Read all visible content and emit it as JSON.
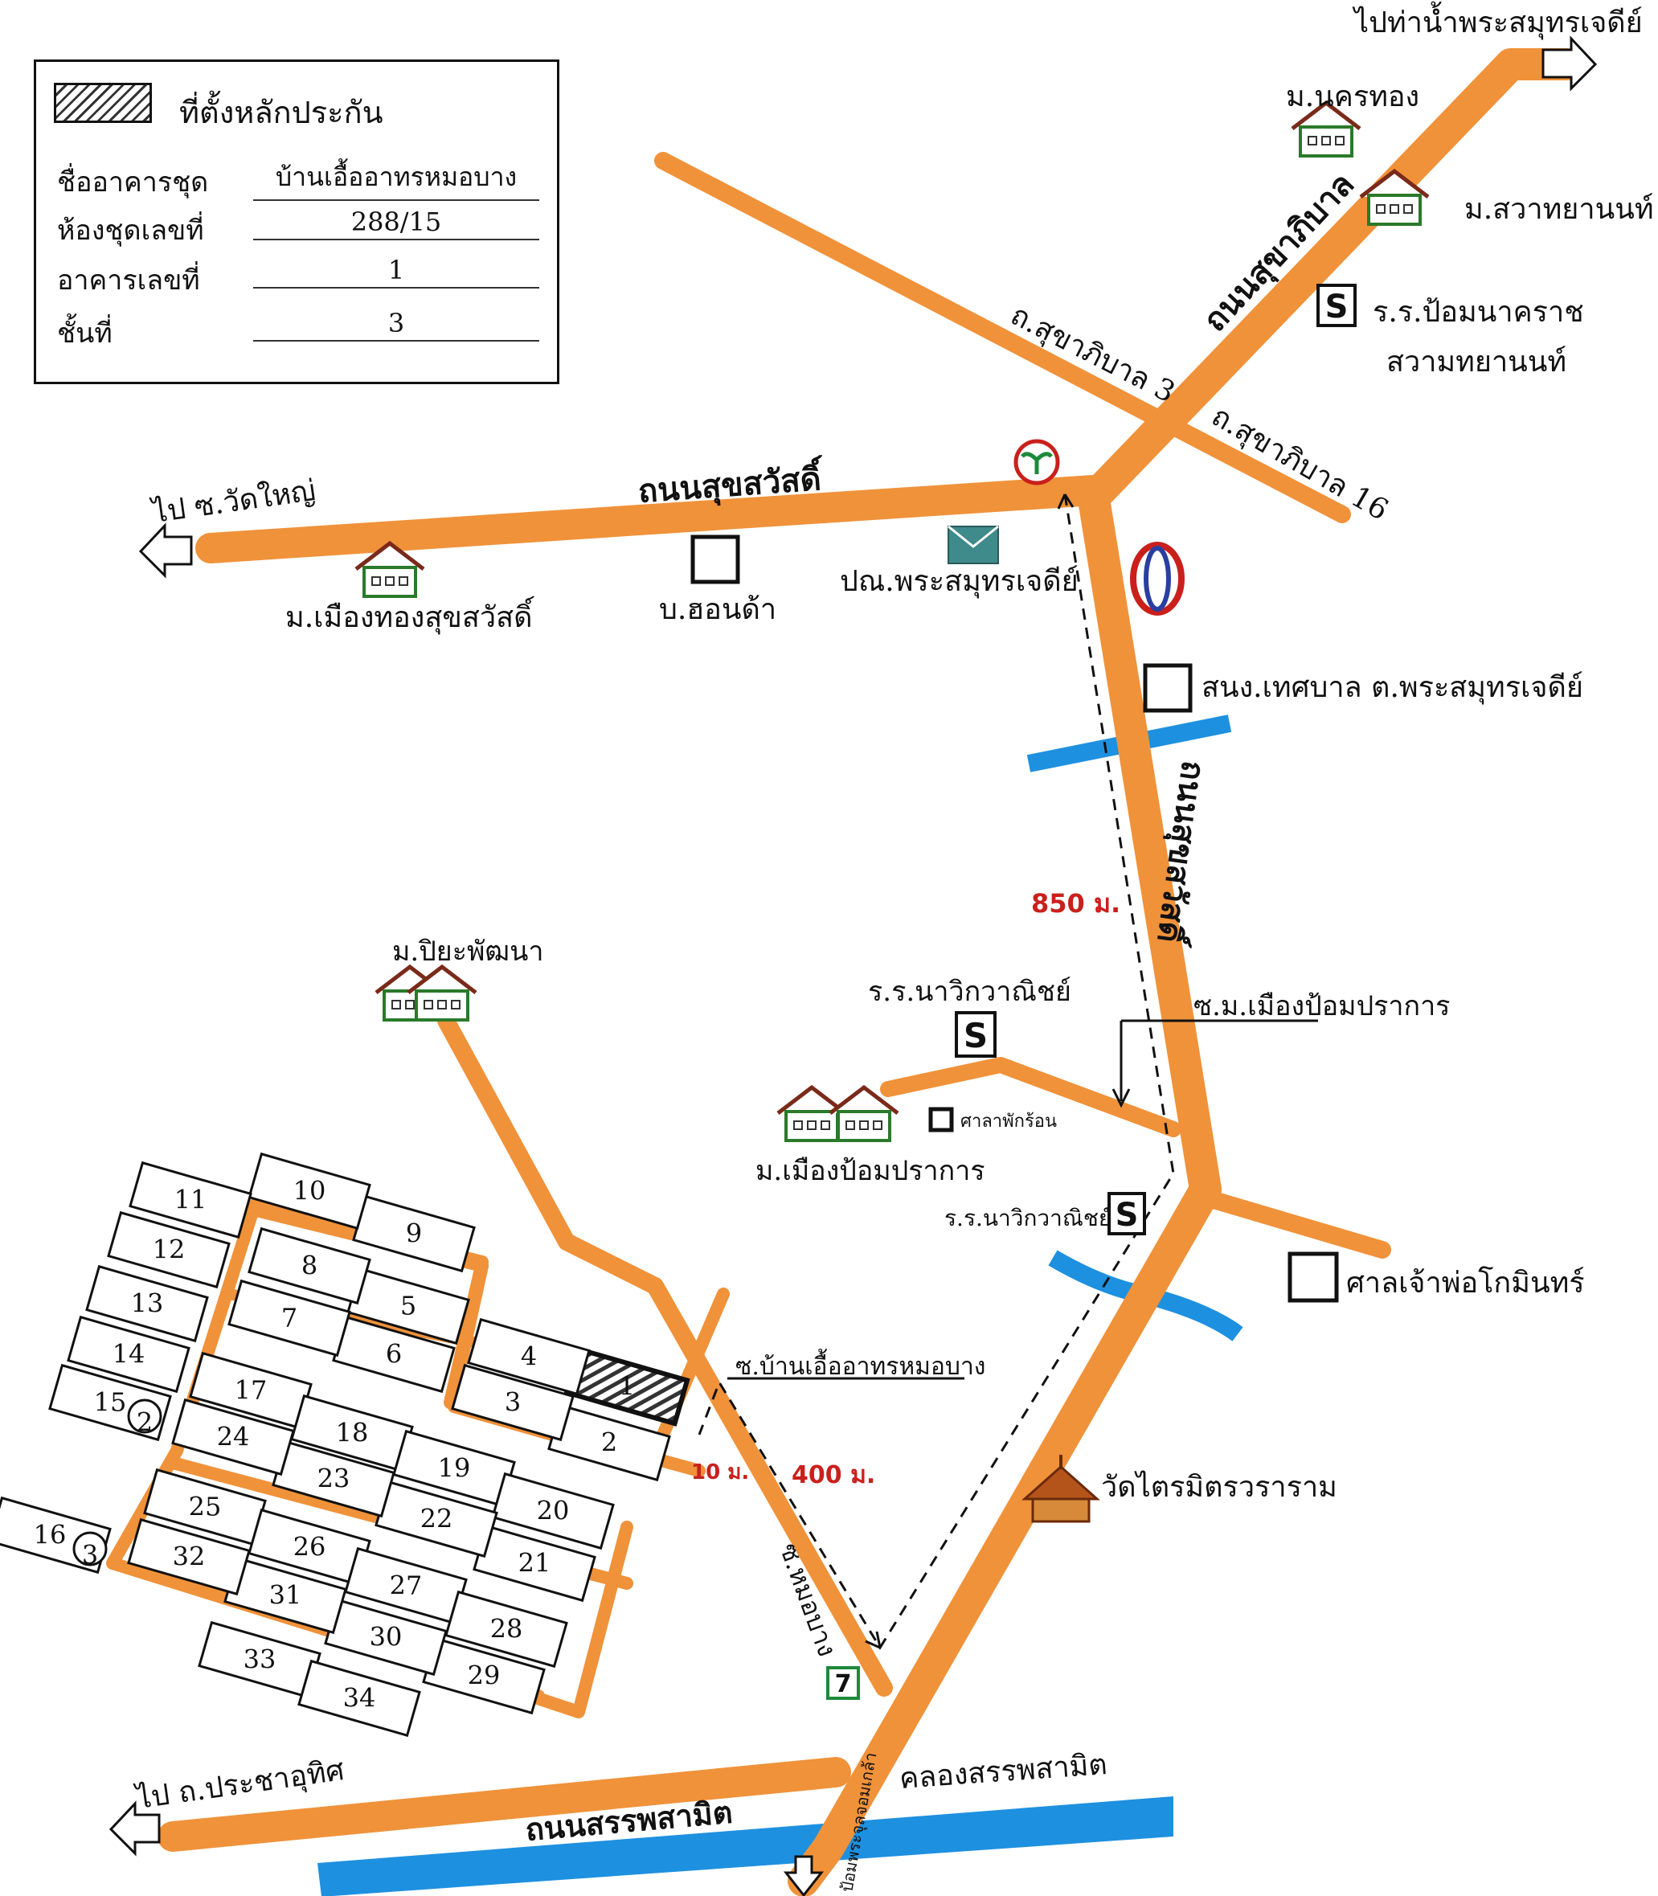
{
  "legend": {
    "title": "ที่ตั้งหลักประกัน",
    "rows": [
      {
        "label": "ชื่ออาคารชุด",
        "value": "บ้านเอื้ออาทรหมอบาง"
      },
      {
        "label": "ห้องชุดเลขที่",
        "value": "288/15"
      },
      {
        "label": "อาคารเลขที่",
        "value": "1"
      },
      {
        "label": "ชั้นที่",
        "value": "3"
      }
    ]
  },
  "roads": {
    "sukhaphiban": "ถนนสุขาภิบาล",
    "suksawat": "ถนนสุขสวัสดิ์",
    "sukhaphiban3": "ถ.สุขาภิบาล 3",
    "sukhaphiban16": "ถ.สุขาภิบาล 16",
    "suksawat_vertical": "ถนนสุขสวัสดิ์",
    "sapphasamit_road": "ถนนสรรพสามิต",
    "soi_mueang_pomprakan": "ซ.ม.เมืองป้อมปราการ",
    "soi_baan_euaarthorn": "ซ.บ้านเอื้ออาทรหมอบาง",
    "soi_mobang": "ซ.หมอบาง",
    "pomphra": "ป้อมพระจุลจอมเกล้า"
  },
  "directions": {
    "top_right": "ไปท่าน้ำพระสมุทรเจดีย์",
    "left_top": "ไป ซ.วัดใหญ่",
    "left_bottom": "ไป ถ.ประชาอุทิศ"
  },
  "landmarks": {
    "nakhon_thong": "ม.นครทอง",
    "sawathayanan": "ม.สวาทยานนท์",
    "school_pomnakarat_1": "ร.ร.ป้อมนาคราช",
    "school_pomnakarat_2": "สวามทยานนท์",
    "mueang_thong": "ม.เมืองทองสุขสวัสดิ์",
    "honda": "บ.ฮอนด้า",
    "post_office": "ปณ.พระสมุทรเจดีย์",
    "police": "สนง.เทศบาล   ต.พระสมุทรเจดีย์",
    "piya_phatthana": "ม.ปิยะพัฒนา",
    "school_navi_1": "ร.ร.นาวิกวาณิชย์",
    "sala": "ศาลาพักร้อน",
    "mueang_pomprakan": "ม.เมืองป้อมปราการ",
    "school_navi_2": "ร.ร.นาวิกวาณิชย์",
    "shrine": "ศาลเจ้าพ่อโกมินทร์",
    "temple": "วัดไตรมิตรวราราม",
    "canal": "คลองสรรพสามิต"
  },
  "distances": {
    "d850": "850 ม.",
    "d400": "400 ม.",
    "d10": "10 ม."
  },
  "plots": [
    "1",
    "2",
    "3",
    "4",
    "5",
    "6",
    "7",
    "8",
    "9",
    "10",
    "11",
    "12",
    "13",
    "14",
    "15",
    "16",
    "17",
    "18",
    "19",
    "20",
    "21",
    "22",
    "23",
    "24",
    "25",
    "26",
    "27",
    "28",
    "29",
    "30",
    "31",
    "32",
    "33",
    "34"
  ],
  "circled": [
    "2",
    "3"
  ],
  "icons": {
    "school": "S",
    "shop": "7"
  },
  "colors": {
    "road": "#f0923a",
    "water": "#1e90e0",
    "distance": "#c9201c"
  }
}
